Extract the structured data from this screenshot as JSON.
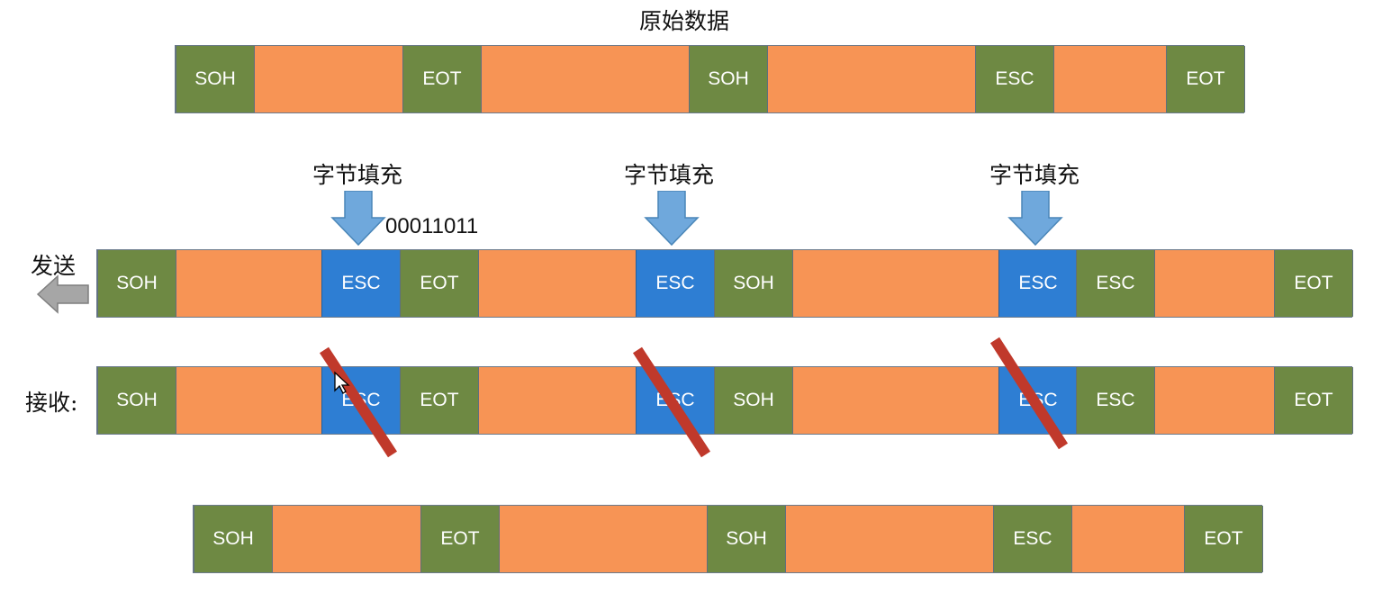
{
  "diagram": {
    "title": "原始数据",
    "send_label": "发送",
    "receive_label": "接收:",
    "stuffing_label": "字节填充",
    "esc_binary": "00011011",
    "segments": {
      "SOH": "SOH",
      "EOT": "EOT",
      "ESC": "ESC"
    }
  },
  "colors": {
    "payload": "#f79455",
    "control_byte": "#6e8943",
    "inserted_escape": "#2e7ed3",
    "strike": "#c0392b",
    "send_arrow": "#a6a6a6",
    "stuff_arrow": "#6fa8dc"
  }
}
